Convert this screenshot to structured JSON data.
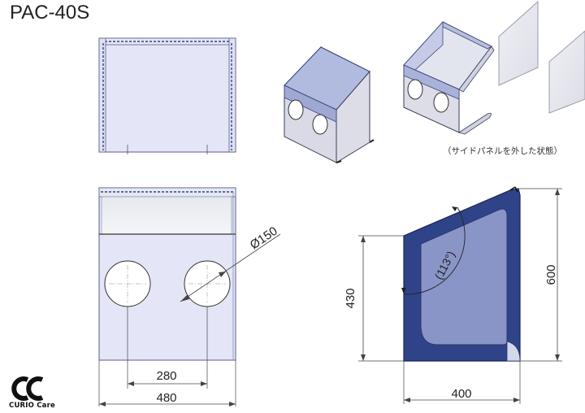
{
  "title": "PAC-40S",
  "note": "（サイドパネルを外した状態）",
  "logo": {
    "text": "CURIO Care",
    "mark": "CC"
  },
  "dimensions": {
    "center_spacing": "280",
    "width_front": "480",
    "hole_diameter": "Ø150",
    "depth_side": "400",
    "height_front": "430",
    "height_back": "600",
    "angle": "(113°)"
  },
  "colors": {
    "panel_fill": "#e3e6f6",
    "panel_stroke": "#5a5f86",
    "dark_blue": "#2f4488",
    "mid_blue": "#8c97c8",
    "dim_line": "#444444"
  }
}
